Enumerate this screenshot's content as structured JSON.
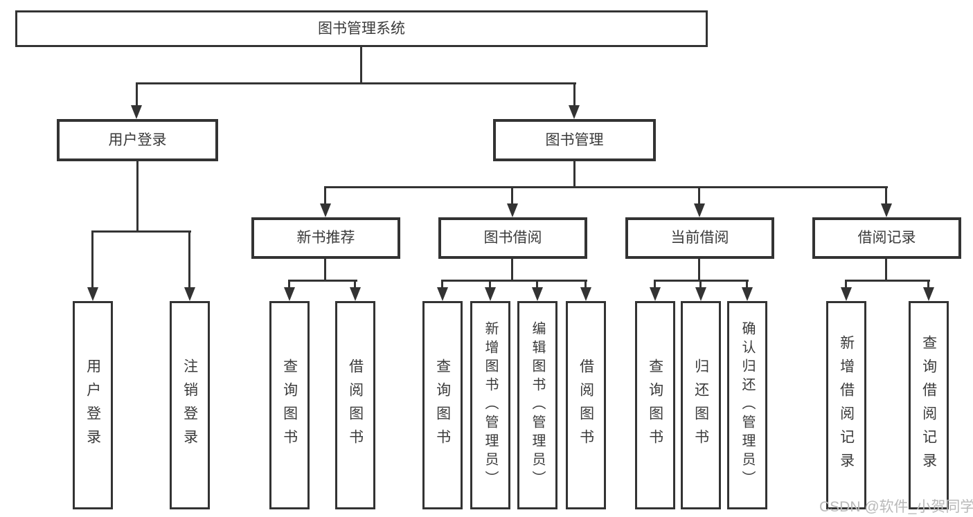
{
  "colors": {
    "line": "#333333",
    "text": "#3a3a3a",
    "background": "#ffffff",
    "watermark": "#b9b9b9"
  },
  "watermark": {
    "text": "CSDN @软件_小贺同学"
  },
  "tree": {
    "label": "图书管理系统",
    "children": [
      {
        "label": "用户登录",
        "children": [
          {
            "label": "用户登录"
          },
          {
            "label": "注销登录"
          }
        ]
      },
      {
        "label": "图书管理",
        "children": [
          {
            "label": "新书推荐",
            "children": [
              {
                "label": "查询图书"
              },
              {
                "label": "借阅图书"
              }
            ]
          },
          {
            "label": "图书借阅",
            "children": [
              {
                "label": "查询图书"
              },
              {
                "label": "新增图书（管理员）"
              },
              {
                "label": "编辑图书（管理员）"
              },
              {
                "label": "借阅图书"
              }
            ]
          },
          {
            "label": "当前借阅",
            "children": [
              {
                "label": "查询图书"
              },
              {
                "label": "归还图书"
              },
              {
                "label": "确认归还（管理员）"
              }
            ]
          },
          {
            "label": "借阅记录",
            "children": [
              {
                "label": "新增借阅记录"
              },
              {
                "label": "查询借阅记录"
              }
            ]
          }
        ]
      }
    ]
  }
}
